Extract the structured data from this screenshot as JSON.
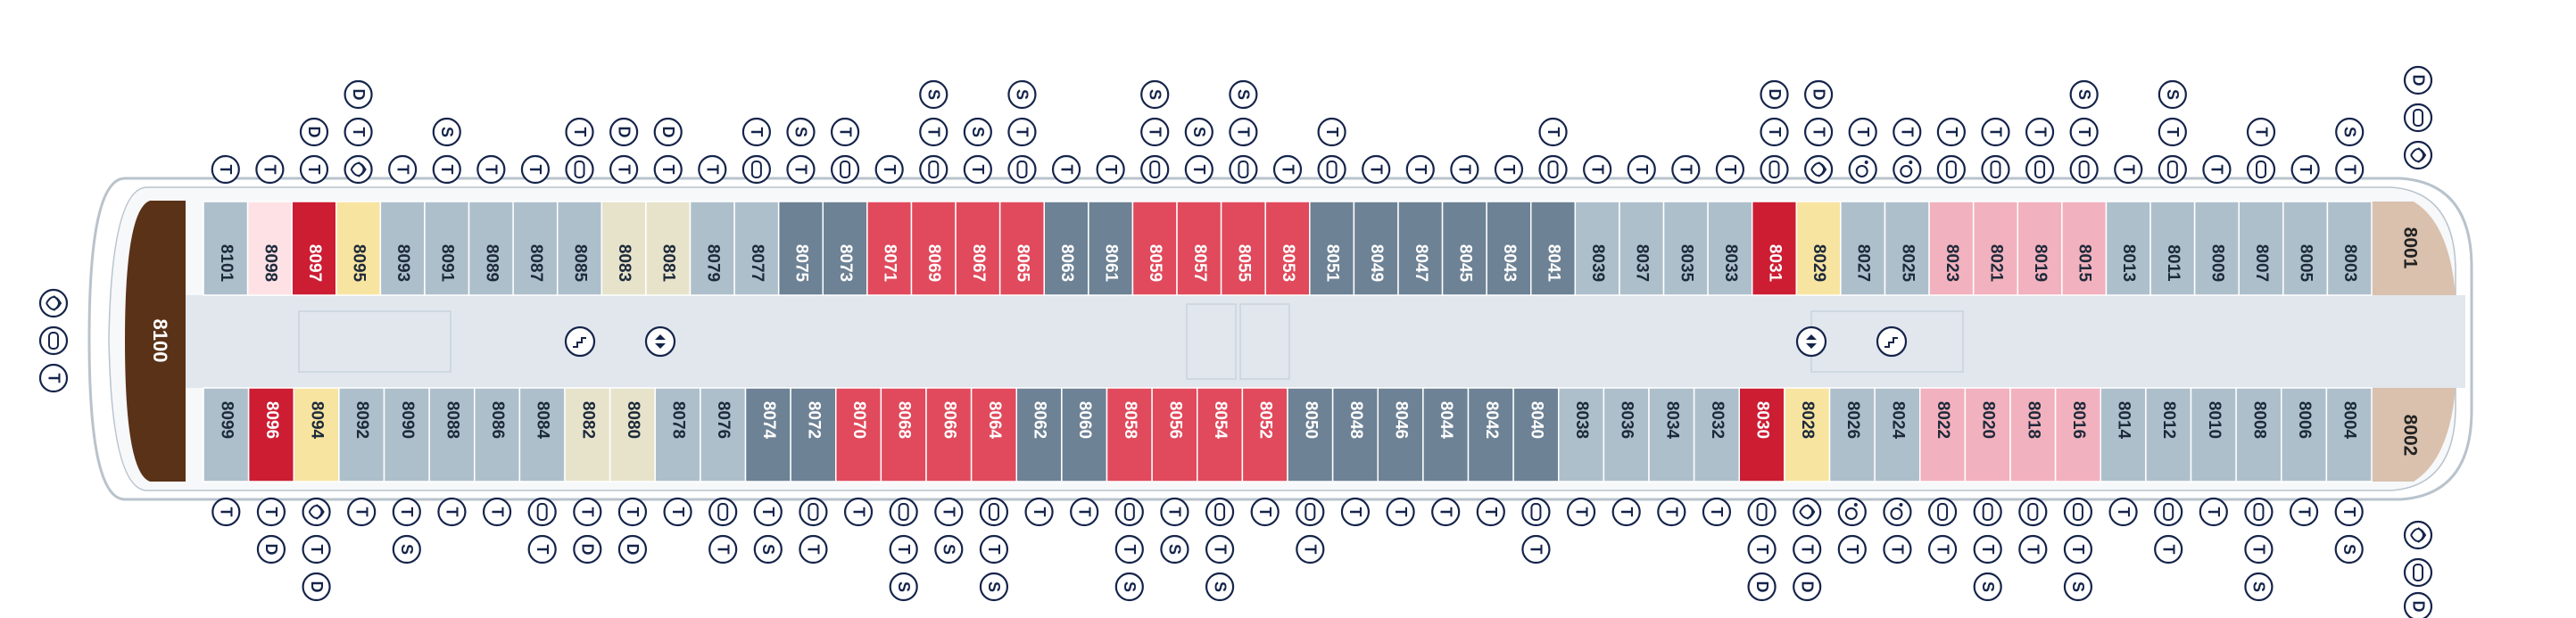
{
  "colors": {
    "blue_gray": "#aebfcc",
    "slate": "#6e8295",
    "red": "#e04a5c",
    "dark_red": "#cc1d33",
    "pink": "#f2b1be",
    "light_pink": "#fde1e5",
    "yellow": "#f8e4a1",
    "khaki": "#e7e3cb",
    "brown": "#5a3218",
    "tan": "#d9c1ae",
    "corridor": "#e1e7ed",
    "hull_outline": "#b9c3cc",
    "icon_navy": "#15244a"
  },
  "forward_suite": {
    "label": "8100",
    "color": "brown",
    "icons": [
      "spa-icon",
      "bath-icon",
      "tub-icon"
    ]
  },
  "aft_cabins": [
    {
      "label": "8001",
      "color": "tan"
    },
    {
      "label": "8002",
      "color": "tan"
    }
  ],
  "top_row": [
    {
      "label": "8101",
      "color": "blue_gray",
      "icons": [
        "T"
      ]
    },
    {
      "label": "8098",
      "color": "light_pink",
      "icons": [
        "T"
      ]
    },
    {
      "label": "8097",
      "color": "dark_red",
      "icons": [
        "D",
        "T"
      ]
    },
    {
      "label": "8095",
      "color": "yellow",
      "icons": [
        "D",
        "T",
        "spa"
      ]
    },
    {
      "label": "8093",
      "color": "blue_gray",
      "icons": [
        "T"
      ]
    },
    {
      "label": "8091",
      "color": "blue_gray",
      "icons": [
        "S",
        "T"
      ]
    },
    {
      "label": "8089",
      "color": "blue_gray",
      "icons": [
        "T"
      ]
    },
    {
      "label": "8087",
      "color": "blue_gray",
      "icons": [
        "T"
      ]
    },
    {
      "label": "8085",
      "color": "blue_gray",
      "icons": [
        "T",
        "bath"
      ]
    },
    {
      "label": "8083",
      "color": "khaki",
      "icons": [
        "D",
        "T"
      ]
    },
    {
      "label": "8081",
      "color": "khaki",
      "icons": [
        "D",
        "T"
      ]
    },
    {
      "label": "8079",
      "color": "blue_gray",
      "icons": [
        "T"
      ]
    },
    {
      "label": "8077",
      "color": "blue_gray",
      "icons": [
        "T",
        "bath"
      ]
    },
    {
      "label": "8075",
      "color": "slate",
      "icons": [
        "S",
        "T"
      ]
    },
    {
      "label": "8073",
      "color": "slate",
      "icons": [
        "T",
        "bath"
      ]
    },
    {
      "label": "8071",
      "color": "red",
      "icons": [
        "T"
      ]
    },
    {
      "label": "8069",
      "color": "red",
      "icons": [
        "S",
        "T",
        "bath"
      ]
    },
    {
      "label": "8067",
      "color": "red",
      "icons": [
        "S",
        "T"
      ]
    },
    {
      "label": "8065",
      "color": "red",
      "icons": [
        "S",
        "T",
        "bath"
      ]
    },
    {
      "label": "8063",
      "color": "slate",
      "icons": [
        "T"
      ]
    },
    {
      "label": "8061",
      "color": "slate",
      "icons": [
        "T"
      ]
    },
    {
      "label": "8059",
      "color": "red",
      "icons": [
        "S",
        "T",
        "bath"
      ]
    },
    {
      "label": "8057",
      "color": "red",
      "icons": [
        "S",
        "T"
      ]
    },
    {
      "label": "8055",
      "color": "red",
      "icons": [
        "S",
        "T",
        "bath"
      ]
    },
    {
      "label": "8053",
      "color": "red",
      "icons": [
        "T"
      ]
    },
    {
      "label": "8051",
      "color": "slate",
      "icons": [
        "T",
        "bath"
      ]
    },
    {
      "label": "8049",
      "color": "slate",
      "icons": [
        "T"
      ]
    },
    {
      "label": "8047",
      "color": "slate",
      "icons": [
        "T"
      ]
    },
    {
      "label": "8045",
      "color": "slate",
      "icons": [
        "T"
      ]
    },
    {
      "label": "8043",
      "color": "slate",
      "icons": [
        "T"
      ]
    },
    {
      "label": "8041",
      "color": "slate",
      "icons": [
        "T",
        "bath"
      ]
    },
    {
      "label": "8039",
      "color": "blue_gray",
      "icons": [
        "T"
      ]
    },
    {
      "label": "8037",
      "color": "blue_gray",
      "icons": [
        "T"
      ]
    },
    {
      "label": "8035",
      "color": "blue_gray",
      "icons": [
        "T"
      ]
    },
    {
      "label": "8033",
      "color": "blue_gray",
      "icons": [
        "T"
      ]
    },
    {
      "label": "8031",
      "color": "dark_red",
      "icons": [
        "D",
        "T",
        "bath"
      ]
    },
    {
      "label": "8029",
      "color": "yellow",
      "icons": [
        "D",
        "T",
        "spa"
      ]
    },
    {
      "label": "8027",
      "color": "blue_gray",
      "icons": [
        "T",
        "acc"
      ]
    },
    {
      "label": "8025",
      "color": "blue_gray",
      "icons": [
        "T",
        "acc"
      ]
    },
    {
      "label": "8023",
      "color": "pink",
      "icons": [
        "T",
        "bath"
      ]
    },
    {
      "label": "8021",
      "color": "pink",
      "icons": [
        "T",
        "bath"
      ]
    },
    {
      "label": "8019",
      "color": "pink",
      "icons": [
        "T",
        "bath"
      ]
    },
    {
      "label": "8015",
      "color": "pink",
      "icons": [
        "S",
        "T",
        "bath"
      ]
    },
    {
      "label": "8013",
      "color": "blue_gray",
      "icons": [
        "T"
      ]
    },
    {
      "label": "8011",
      "color": "blue_gray",
      "icons": [
        "S",
        "T",
        "bath"
      ]
    },
    {
      "label": "8009",
      "color": "blue_gray",
      "icons": [
        "T"
      ]
    },
    {
      "label": "8007",
      "color": "blue_gray",
      "icons": [
        "T",
        "bath"
      ]
    },
    {
      "label": "8005",
      "color": "blue_gray",
      "icons": [
        "T"
      ]
    },
    {
      "label": "8003",
      "color": "blue_gray",
      "icons": [
        "S",
        "T"
      ]
    }
  ],
  "extra_top_icons": [
    [
      "D",
      "bath",
      "spa"
    ]
  ],
  "bottom_row": [
    {
      "label": "8099",
      "color": "blue_gray",
      "icons": [
        "T"
      ]
    },
    {
      "label": "8096",
      "color": "dark_red",
      "icons": [
        "T",
        "D"
      ]
    },
    {
      "label": "8094",
      "color": "yellow",
      "icons": [
        "spa",
        "T",
        "D"
      ]
    },
    {
      "label": "8092",
      "color": "blue_gray",
      "icons": [
        "T"
      ]
    },
    {
      "label": "8090",
      "color": "blue_gray",
      "icons": [
        "T",
        "S"
      ]
    },
    {
      "label": "8088",
      "color": "blue_gray",
      "icons": [
        "T"
      ]
    },
    {
      "label": "8086",
      "color": "blue_gray",
      "icons": [
        "T"
      ]
    },
    {
      "label": "8084",
      "color": "blue_gray",
      "icons": [
        "bath",
        "T"
      ]
    },
    {
      "label": "8082",
      "color": "khaki",
      "icons": [
        "T",
        "D"
      ]
    },
    {
      "label": "8080",
      "color": "khaki",
      "icons": [
        "T",
        "D"
      ]
    },
    {
      "label": "8078",
      "color": "blue_gray",
      "icons": [
        "T"
      ]
    },
    {
      "label": "8076",
      "color": "blue_gray",
      "icons": [
        "bath",
        "T"
      ]
    },
    {
      "label": "8074",
      "color": "slate",
      "icons": [
        "T",
        "S"
      ]
    },
    {
      "label": "8072",
      "color": "slate",
      "icons": [
        "bath",
        "T"
      ]
    },
    {
      "label": "8070",
      "color": "red",
      "icons": [
        "T"
      ]
    },
    {
      "label": "8068",
      "color": "red",
      "icons": [
        "bath",
        "T",
        "S"
      ]
    },
    {
      "label": "8066",
      "color": "red",
      "icons": [
        "T",
        "S"
      ]
    },
    {
      "label": "8064",
      "color": "red",
      "icons": [
        "bath",
        "T",
        "S"
      ]
    },
    {
      "label": "8062",
      "color": "slate",
      "icons": [
        "T"
      ]
    },
    {
      "label": "8060",
      "color": "slate",
      "icons": [
        "T"
      ]
    },
    {
      "label": "8058",
      "color": "red",
      "icons": [
        "bath",
        "T",
        "S"
      ]
    },
    {
      "label": "8056",
      "color": "red",
      "icons": [
        "T",
        "S"
      ]
    },
    {
      "label": "8054",
      "color": "red",
      "icons": [
        "bath",
        "T",
        "S"
      ]
    },
    {
      "label": "8052",
      "color": "red",
      "icons": [
        "T"
      ]
    },
    {
      "label": "8050",
      "color": "slate",
      "icons": [
        "bath",
        "T"
      ]
    },
    {
      "label": "8048",
      "color": "slate",
      "icons": [
        "T"
      ]
    },
    {
      "label": "8046",
      "color": "slate",
      "icons": [
        "T"
      ]
    },
    {
      "label": "8044",
      "color": "slate",
      "icons": [
        "T"
      ]
    },
    {
      "label": "8042",
      "color": "slate",
      "icons": [
        "T"
      ]
    },
    {
      "label": "8040",
      "color": "slate",
      "icons": [
        "bath",
        "T"
      ]
    },
    {
      "label": "8038",
      "color": "blue_gray",
      "icons": [
        "T"
      ]
    },
    {
      "label": "8036",
      "color": "blue_gray",
      "icons": [
        "T"
      ]
    },
    {
      "label": "8034",
      "color": "blue_gray",
      "icons": [
        "T"
      ]
    },
    {
      "label": "8032",
      "color": "blue_gray",
      "icons": [
        "T"
      ]
    },
    {
      "label": "8030",
      "color": "dark_red",
      "icons": [
        "bath",
        "T",
        "D"
      ]
    },
    {
      "label": "8028",
      "color": "yellow",
      "icons": [
        "spa",
        "T",
        "D"
      ]
    },
    {
      "label": "8026",
      "color": "blue_gray",
      "icons": [
        "acc",
        "T"
      ]
    },
    {
      "label": "8024",
      "color": "blue_gray",
      "icons": [
        "acc",
        "T"
      ]
    },
    {
      "label": "8022",
      "color": "pink",
      "icons": [
        "bath",
        "T"
      ]
    },
    {
      "label": "8020",
      "color": "pink",
      "icons": [
        "bath",
        "T",
        "S"
      ]
    },
    {
      "label": "8018",
      "color": "pink",
      "icons": [
        "bath",
        "T"
      ]
    },
    {
      "label": "8016",
      "color": "pink",
      "icons": [
        "bath",
        "T",
        "S"
      ]
    },
    {
      "label": "8014",
      "color": "blue_gray",
      "icons": [
        "T"
      ]
    },
    {
      "label": "8012",
      "color": "blue_gray",
      "icons": [
        "bath",
        "T"
      ]
    },
    {
      "label": "8010",
      "color": "blue_gray",
      "icons": [
        "T"
      ]
    },
    {
      "label": "8008",
      "color": "blue_gray",
      "icons": [
        "bath",
        "T",
        "S"
      ]
    },
    {
      "label": "8006",
      "color": "blue_gray",
      "icons": [
        "T"
      ]
    },
    {
      "label": "8004",
      "color": "blue_gray",
      "icons": [
        "T",
        "S"
      ]
    }
  ],
  "extra_bottom_icons": [
    [
      "spa",
      "bath",
      "D"
    ]
  ],
  "corridor_markers": [
    {
      "name": "stairs-icon",
      "glyph": "stairs"
    },
    {
      "name": "elevator-icon",
      "glyph": "elevator"
    },
    {
      "name": "elevator-icon",
      "glyph": "elevator"
    },
    {
      "name": "stairs-icon",
      "glyph": "stairs"
    }
  ]
}
